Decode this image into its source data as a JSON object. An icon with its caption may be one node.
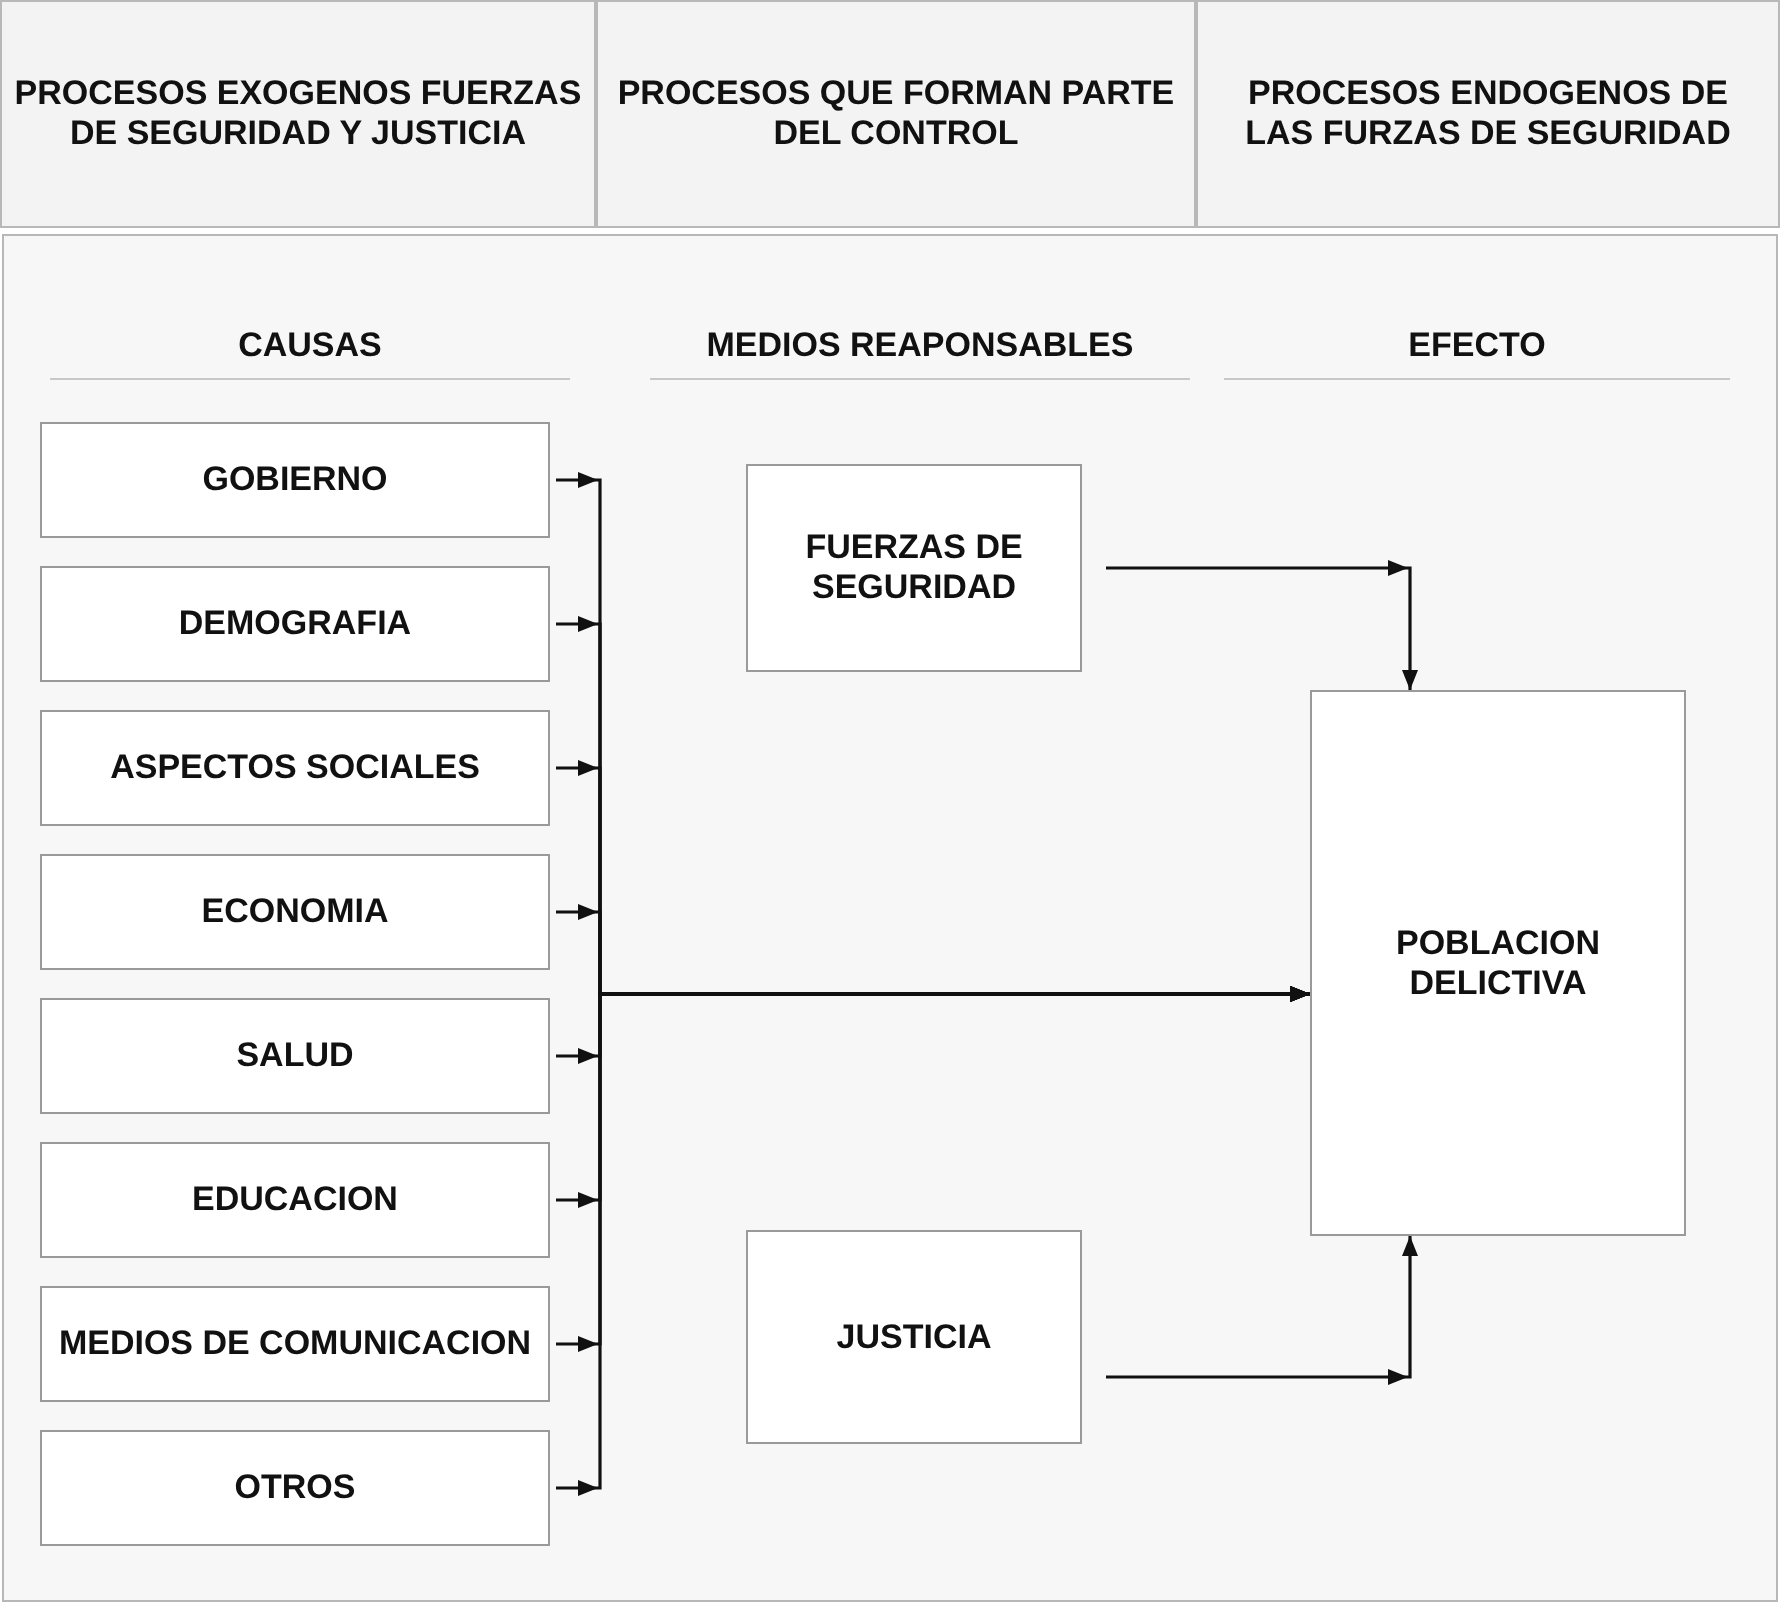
{
  "diagram": {
    "nodes": [
      {
        "text": [
          "PROCESOS EXOGENOS FUERZAS DE SEGURIDAD Y JUSTICIA"
        ]
      },
      {
        "text": [
          "PROCESOS QUE FORMAN PARTE DEL CONTROL"
        ]
      },
      {
        "text": [
          "PROCESOS ENDOGENOS DE LAS FURZAS DE SEGURIDAD"
        ]
      },
      {
        "text": [
          "GOBIERNO"
        ]
      },
      {
        "text": [
          "DEMOGRAFIA"
        ]
      },
      {
        "text": [
          "ASPECTOS SOCIALES"
        ]
      },
      {
        "text": [
          "ECONOMIA"
        ]
      },
      {
        "text": [
          "SALUD"
        ]
      },
      {
        "text": [
          "EDUCACION"
        ]
      },
      {
        "text": [
          "MEDIOS DE COMUNICACION"
        ]
      },
      {
        "text": [
          "OTROS"
        ]
      },
      {
        "text": [
          "FUERZAS DE SEGURIDAD"
        ]
      },
      {
        "text": [
          "POBLACION DELICTIVA"
        ]
      },
      {
        "text": [
          "JUSTICIA"
        ]
      }
    ],
    "edges": [
      {
        "from": 3,
        "to": 12,
        "arrow": "to"
      },
      {
        "from": 4,
        "to": 12,
        "arrow": "to"
      },
      {
        "from": 5,
        "to": 12,
        "arrow": "to"
      },
      {
        "from": 6,
        "to": 12,
        "arrow": "to"
      },
      {
        "from": 7,
        "to": 12,
        "arrow": "to"
      },
      {
        "from": 8,
        "to": 12,
        "arrow": "to"
      },
      {
        "from": 9,
        "to": 12,
        "arrow": "to"
      },
      {
        "from": 10,
        "to": 12,
        "arrow": "to"
      },
      {
        "from": 11,
        "to": 12,
        "arrow": "to"
      },
      {
        "from": 13,
        "to": 12,
        "arrow": "to"
      }
    ],
    "labels": [
      "CAUSAS",
      "MEDIOS REAPONSABLES",
      "EFECTO"
    ]
  }
}
